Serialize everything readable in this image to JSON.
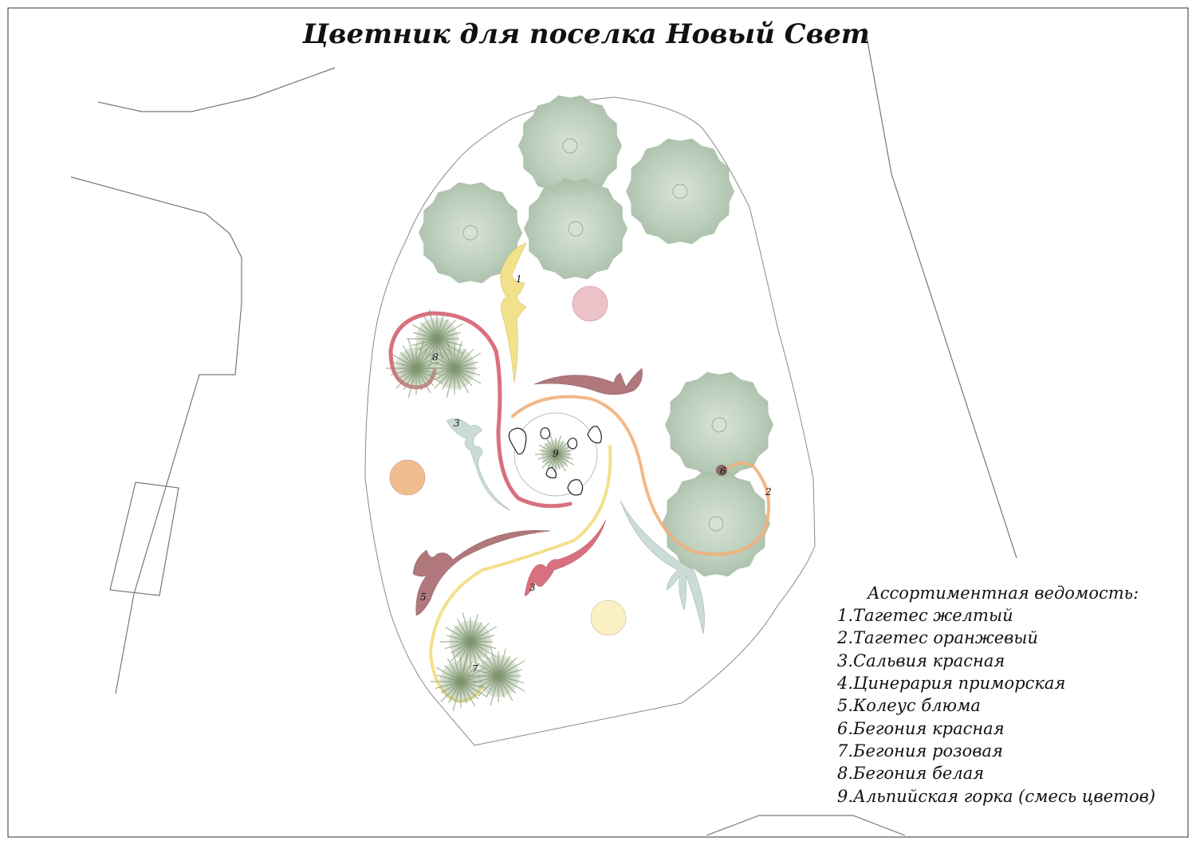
{
  "title": "Цветник для поселка Новый Свет",
  "legend": {
    "heading": "Ассортиментная ведомость:",
    "items": [
      "1.Тагетес желтый",
      "2.Тагетес оранжевый",
      "3.Сальвия красная",
      "4.Цинерария приморская",
      "5.Колеус блюма",
      "6.Бегония красная",
      "7.Бегония розовая",
      "8.Бегония белая",
      "9.Альпийская горка (смесь цветов)"
    ]
  },
  "plan_labels": {
    "l1": "1",
    "l2": "2",
    "l3a": "3",
    "l3b": "3",
    "l5": "5",
    "l6": "6",
    "l7": "7",
    "l8": "8",
    "l9": "9"
  },
  "colors": {
    "yellow": "#f3e08a",
    "orange": "#f0b07a",
    "red": "#d9707f",
    "mauve": "#b0787c",
    "sage": "#cbdcd6",
    "tree": "#b9ccb9",
    "pink_circle": "#ebc2c8",
    "orange_circle": "#f1bd90",
    "yellow_circle": "#faf0c4"
  }
}
